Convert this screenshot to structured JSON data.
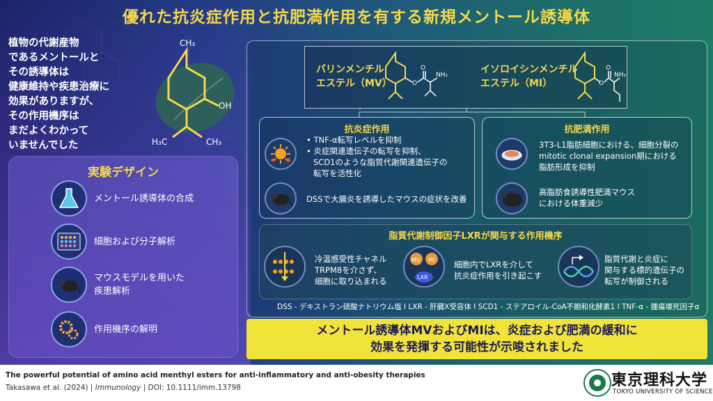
{
  "title": "優れた抗炎症作用と抗肥満作用を有する新規メントール誘導体",
  "intro": [
    "植物の代謝産物",
    "であるメントールと",
    "その誘導体は",
    "健康維持や疾患治療に",
    "効果がありますが、",
    "その作用機序は",
    "まだよくわかって",
    "いませんでした"
  ],
  "molecule": {
    "ch3_top": "CH₃",
    "oh": "OH",
    "h3c": "H₃C",
    "ch3_right": "CH₃"
  },
  "design": {
    "heading": "実験デザイン",
    "items": [
      {
        "label": [
          "メントール誘導体の合成"
        ],
        "icon": "flask-icon"
      },
      {
        "label": [
          "細胞および分子解析"
        ],
        "icon": "well-plate-icon"
      },
      {
        "label": [
          "マウスモデルを用いた",
          "疾患解析"
        ],
        "icon": "mouse-icon"
      },
      {
        "label": [
          "作用機序の解明"
        ],
        "icon": "gears-icon"
      }
    ]
  },
  "compounds": {
    "mv": [
      "バリンメンチル",
      "エステル（MV）"
    ],
    "mi": [
      "イソロイシンメンチル",
      "エステル（MI）"
    ],
    "nh2": "NH₂"
  },
  "anti_inflammatory": {
    "heading": "抗炎症作用",
    "bullets": [
      "TNF-α転写レベルを抑制",
      "炎症関連遺伝子の転写を抑制、",
      "SCD1のような脂質代謝関連遺伝子の",
      "転写を活性化"
    ],
    "mouse_text": "DSSで大腸炎を誘導したマウスの症状を改善"
  },
  "anti_obesity": {
    "heading": "抗肥満作用",
    "cell_text": [
      "3T3-L1脂肪細胞における、細胞分裂の",
      "mitotic clonal expansion期における",
      "脂肪形成を抑制"
    ],
    "mouse_text": [
      "高脂肪食誘導性肥満マウス",
      "における体重減少"
    ]
  },
  "lxr": {
    "heading": "脂質代謝制御因子LXRが関与する作用機序",
    "step1": [
      "冷温感受性チャネル",
      "TRPM8を介さず、",
      "細胞に取り込まれる"
    ],
    "step2": [
      "細胞内でLXRを介して",
      "抗炎症作用を引き起こす"
    ],
    "step3": [
      "脂質代謝と炎症に",
      "関与する標的遺伝子の",
      "転写が制御される"
    ],
    "mv": "MV",
    "mi": "MI",
    "lxr": "LXR"
  },
  "abbreviations": "DSS - デキストラン硫酸ナトリウム塩 I LXR - 肝臓X受容体 I SCD1 - ステアロイル-CoA不飽和化酵素1 I TNF-α - 腫瘍壊死因子α",
  "conclusion": [
    "メントール誘導体MVおよびMIは、炎症および肥満の緩和に",
    "効果を発揮する可能性が示唆されました"
  ],
  "footer": {
    "paper_title": "The powerful potential of amino acid menthyl esters for anti-inflammatory and anti-obesity therapies",
    "authors": "Takasawa et al. (2024)",
    "journal": "Immunology",
    "doi": "DOI: 10.1111/imm.13798",
    "sep": "|",
    "university_jp": "東京理科大学",
    "university_en": "TOKYO UNIVERSITY OF SCIENCE"
  },
  "colors": {
    "accent": "#f5d84a",
    "conclusion_bg": "#f2e33a"
  }
}
